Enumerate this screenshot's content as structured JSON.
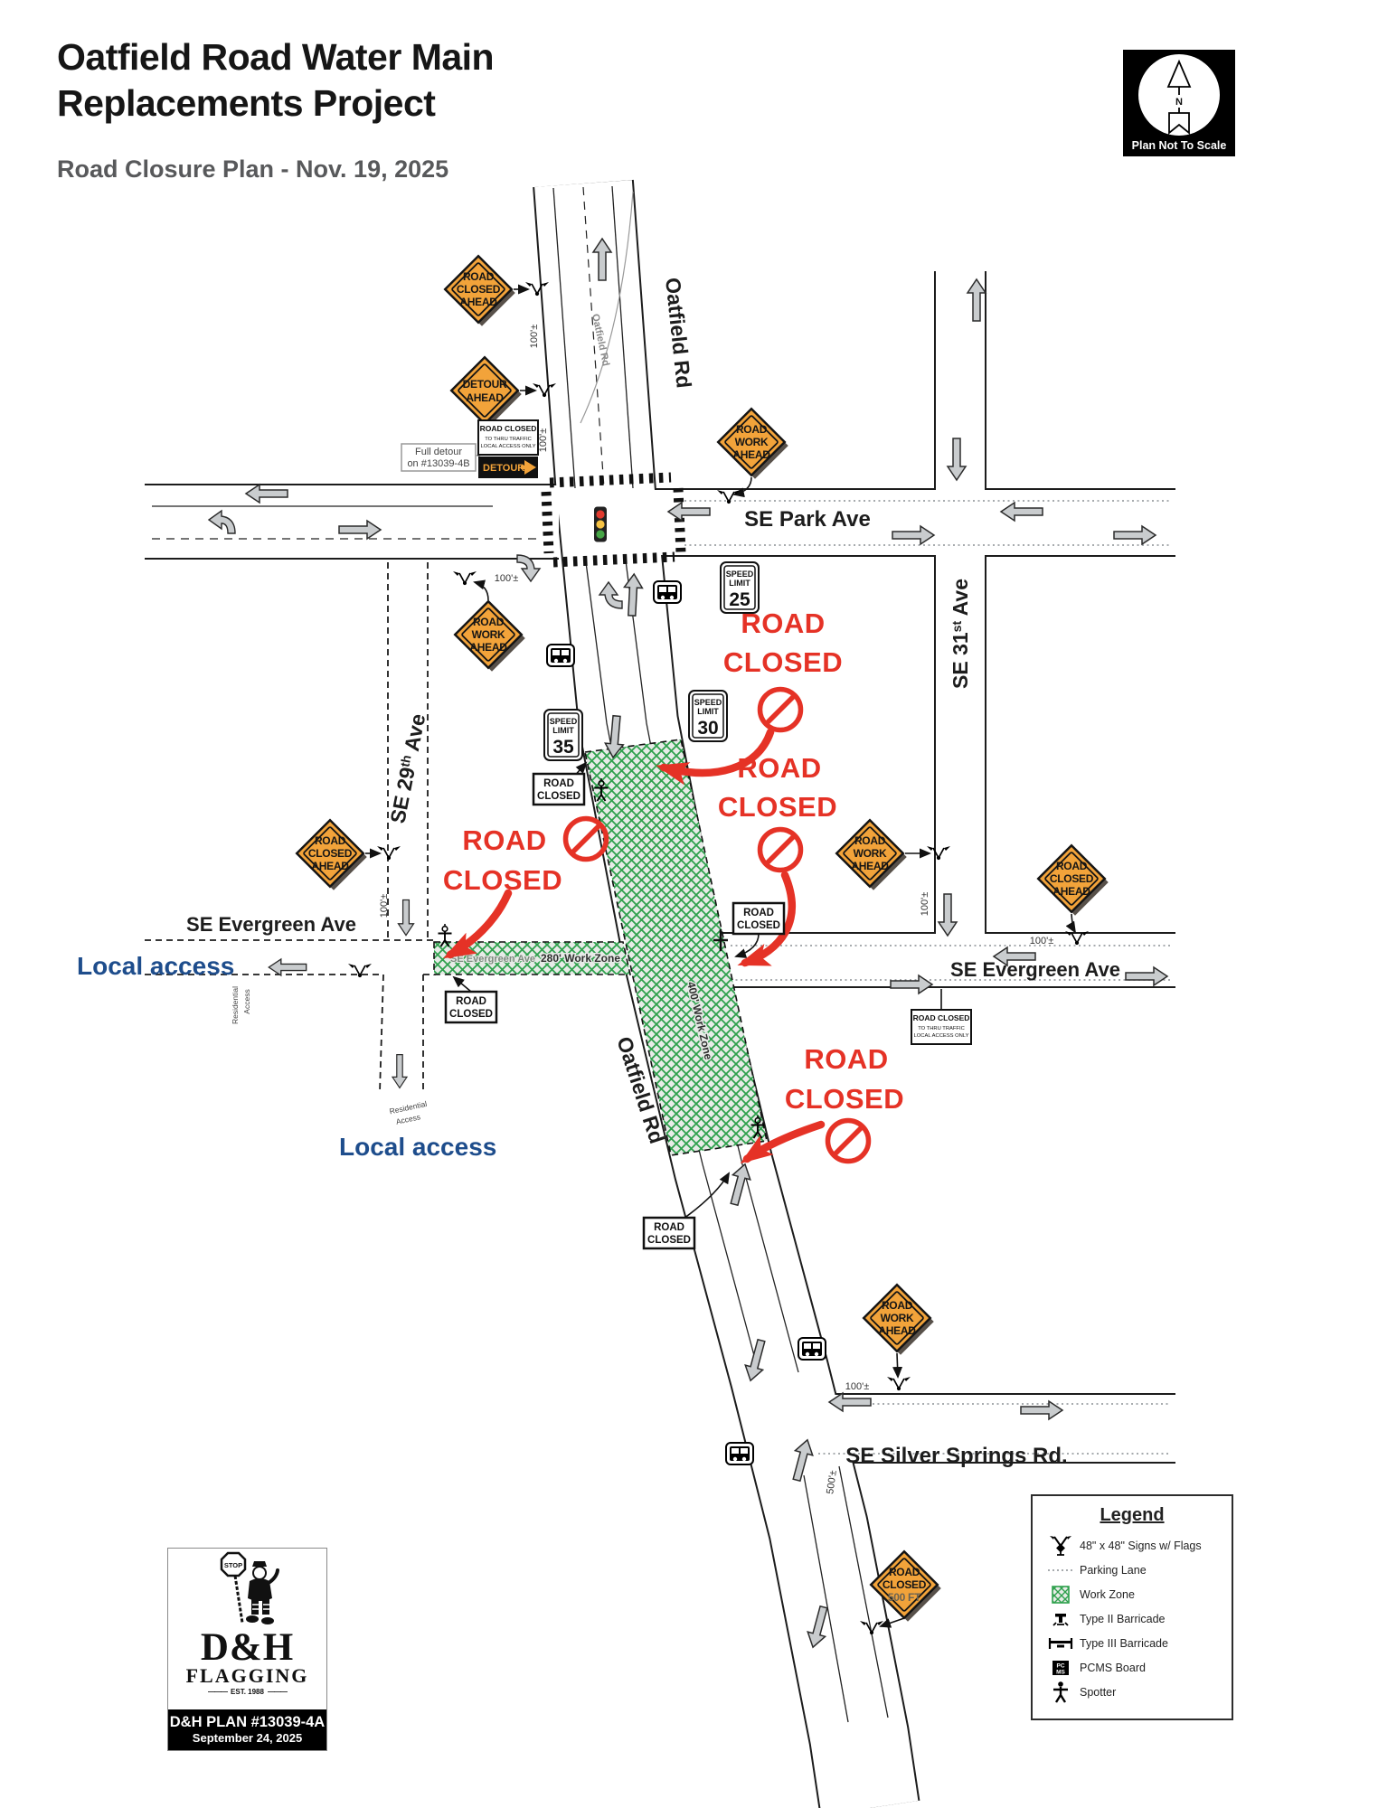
{
  "header": {
    "title_line1": "Oatfield Road Water Main",
    "title_line2": "Replacements Project",
    "subtitle": "Road Closure Plan - Nov. 19, 2025"
  },
  "north_arrow": {
    "n": "N",
    "caption": "Plan Not To Scale"
  },
  "colors": {
    "sign_orange": "#f2a33a",
    "closure_red": "#e53226",
    "access_blue": "#1e4d8c",
    "work_zone_green": "#2fa14d"
  },
  "map": {
    "roads": {
      "oatfield_top": "Oatfield Rd",
      "oatfield_bottom": "Oatfield Rd",
      "oatfield_small": "Oatfield Rd",
      "park": "SE Park Ave",
      "thirty_first": {
        "pre": "SE 31",
        "sup": "st",
        "post": " Ave"
      },
      "twenty_ninth": {
        "pre": "SE 29",
        "sup": "th",
        "post": " Ave"
      },
      "evergreen_west": "SE Evergreen Ave",
      "evergreen_east": "SE Evergreen Ave",
      "evergreen_ghost": "SE Evergreen Ave",
      "silver_springs": "SE Silver Springs Rd."
    },
    "residential": {
      "l1": "Residential",
      "l2": "Access"
    },
    "local_access": "Local access",
    "distances": {
      "d100": "100'±",
      "d500": "500'±"
    },
    "work_zone": {
      "label_280": "280' Work Zone",
      "label_400": "400' Work Zone"
    },
    "red_annotation": {
      "line1": "ROAD",
      "line2": "CLOSED"
    },
    "diamond_signs": {
      "road_closed_ahead": [
        "ROAD",
        "CLOSED",
        "AHEAD"
      ],
      "road_work_ahead": [
        "ROAD",
        "WORK",
        "AHEAD"
      ],
      "detour_ahead": [
        "DETOUR",
        "AHEAD"
      ],
      "road_closed_500": [
        "ROAD",
        "CLOSED",
        "500 FT"
      ]
    },
    "rc_sign": {
      "l1": "ROAD",
      "l2": "CLOSED"
    },
    "speed_sign": {
      "l1": "SPEED",
      "l2": "LIMIT",
      "v25": "25",
      "v30": "30",
      "v35": "35"
    },
    "local_access_sign": {
      "l1": "ROAD CLOSED",
      "l2": "TO THRU TRAFFIC",
      "l3": "LOCAL ACCESS ONLY"
    },
    "detour_plaque": "DETOUR",
    "detour_callout": {
      "line1": "Full detour",
      "line2": "on #13039-4B"
    }
  },
  "legend": {
    "title": "Legend",
    "items": [
      "48\" x 48\" Signs w/ Flags",
      "Parking Lane",
      "Work Zone",
      "Type II Barricade",
      "Type III Barricade",
      "PCMS Board",
      "Spotter"
    ],
    "pcms_l1": "PC",
    "pcms_l2": "MS"
  },
  "logo": {
    "stop": "STOP",
    "name_top": "D&H",
    "name_bottom": "FLAGGING",
    "est": "EST. 1988",
    "plan": "D&H PLAN #13039-4A",
    "date": "September 24, 2025"
  }
}
